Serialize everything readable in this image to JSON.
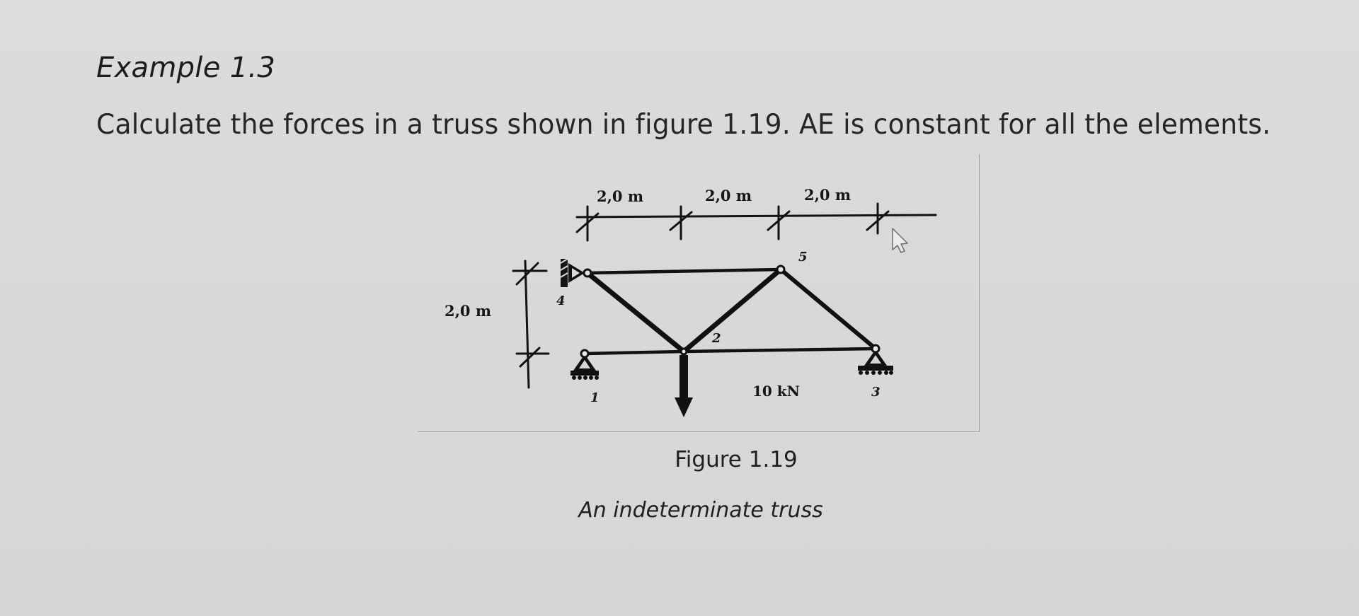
{
  "example": {
    "title": "Example 1.3",
    "problem_statement": "Calculate the forces in a truss shown in figure 1.19. AE is constant for all the elements."
  },
  "figure": {
    "caption": "Figure 1.19",
    "subcaption": "An indeterminate truss",
    "horizontal_dimensions": [
      "2,0 m",
      "2,0 m",
      "2,0 m"
    ],
    "vertical_dimension": "2,0 m",
    "load": {
      "label": "10 kN",
      "node": "2",
      "direction": "down"
    },
    "nodes": [
      {
        "id": "1",
        "label": "1",
        "support": "pin"
      },
      {
        "id": "2",
        "label": "2",
        "support": "none"
      },
      {
        "id": "3",
        "label": "3",
        "support": "pin"
      },
      {
        "id": "4",
        "label": "4",
        "support": "wall-pin"
      },
      {
        "id": "5",
        "label": "5",
        "support": "none"
      }
    ],
    "members": [
      [
        "4",
        "5"
      ],
      [
        "1",
        "2"
      ],
      [
        "2",
        "3"
      ],
      [
        "4",
        "2"
      ],
      [
        "2",
        "5"
      ],
      [
        "5",
        "3"
      ]
    ]
  },
  "cursor": {
    "icon": "mouse-pointer-icon"
  }
}
